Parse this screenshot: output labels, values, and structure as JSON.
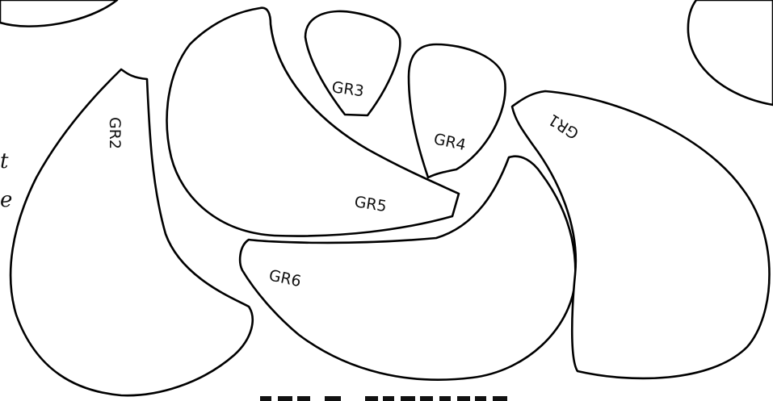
{
  "diagram": {
    "pieces": [
      {
        "id": "GR1",
        "label": "GR1"
      },
      {
        "id": "GR2",
        "label": "GR2"
      },
      {
        "id": "GR3",
        "label": "GR3"
      },
      {
        "id": "GR4",
        "label": "GR4"
      },
      {
        "id": "GR5",
        "label": "GR5"
      },
      {
        "id": "GR6",
        "label": "GR6"
      }
    ],
    "edge_text": [
      "t",
      "e"
    ],
    "colors": {
      "outline": "#000000",
      "background": "#ffffff"
    }
  }
}
